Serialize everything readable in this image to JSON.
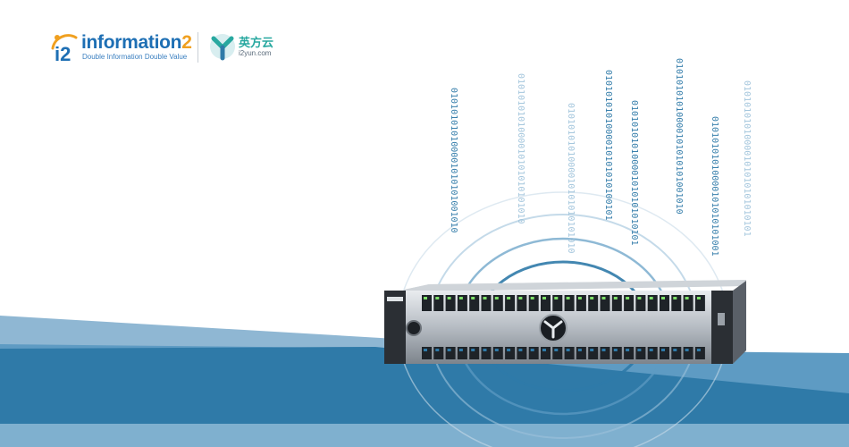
{
  "logo": {
    "mark_text": "i2",
    "name_main": "information",
    "name_num": "2",
    "tagline": "Double Information Double Value",
    "partner_name": "英方云",
    "partner_url": "i2yun.com"
  },
  "binary_columns": [
    "010101010100001010101001010",
    "0101010101000010101010101010",
    "0101010101000010101010101010",
    "0101010101000010101010100101",
    "010101010100001010101010101",
    "01010101010000101010101001010",
    "01010101010000101010101001",
    "01010101010000101010101010101"
  ],
  "colors": {
    "brand_blue": "#1e6fb4",
    "brand_orange": "#f0a020",
    "teal": "#28a8a0",
    "wave_light": "#8fb7d3",
    "wave_dark": "#2f7aa8"
  }
}
